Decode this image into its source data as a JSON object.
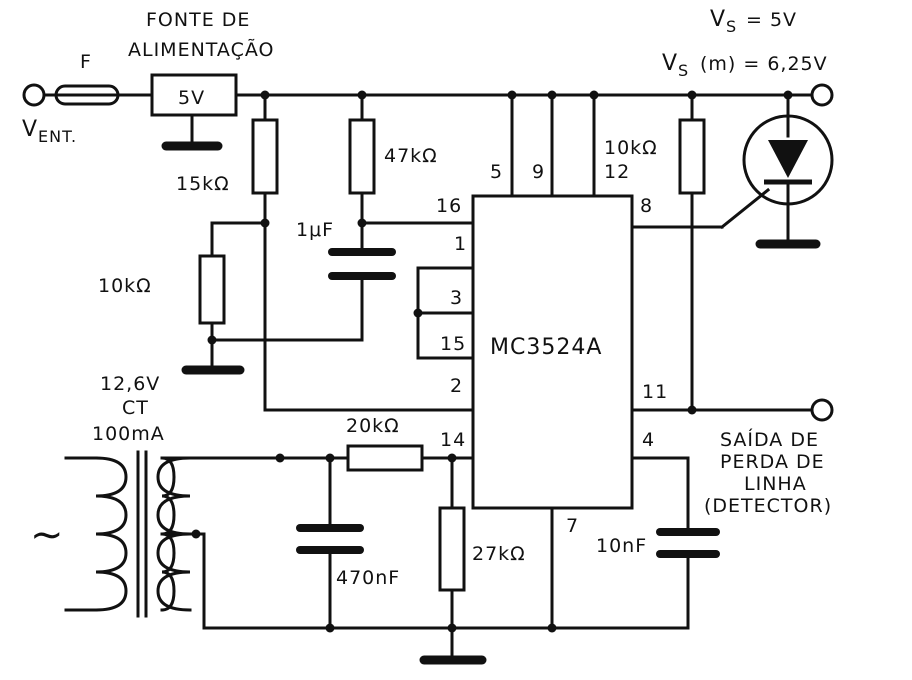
{
  "supply": {
    "title_line1": "FONTE DE",
    "title_line2": "ALIMENTAÇÃO",
    "regulator": "5V"
  },
  "input": {
    "fuse": "F",
    "vin_main": "V",
    "vin_sub": "ENT."
  },
  "outputs": {
    "vs_main": "V",
    "vs_sub": "S",
    "vs_value": "= 5V",
    "vsm_main": "V",
    "vsm_sub": "S",
    "vsm_value": "(m) = 6,25V",
    "line_loss_1": "SAÍDA DE",
    "line_loss_2": "PERDA DE",
    "line_loss_3": "LINHA",
    "line_loss_4": "(DETECTOR)"
  },
  "components": {
    "r_15k": "15kΩ",
    "r_47k": "47kΩ",
    "r_10k_left": "10kΩ",
    "r_10k_right": "10kΩ",
    "r_20k": "20kΩ",
    "r_27k": "27kΩ",
    "c_1u": "1μF",
    "c_470n": "470nF",
    "c_10n": "10nF"
  },
  "transformer": {
    "line1": "12,6V",
    "line2": "CT",
    "line3": "100mA",
    "ac_symbol": "∼"
  },
  "ic": {
    "name": "MC3524A",
    "pins": {
      "p16": "16",
      "p1": "1",
      "p3": "3",
      "p15": "15",
      "p2": "2",
      "p14": "14",
      "p5": "5",
      "p9": "9",
      "p12": "12",
      "p8": "8",
      "p11": "11",
      "p4": "4",
      "p7": "7"
    }
  }
}
